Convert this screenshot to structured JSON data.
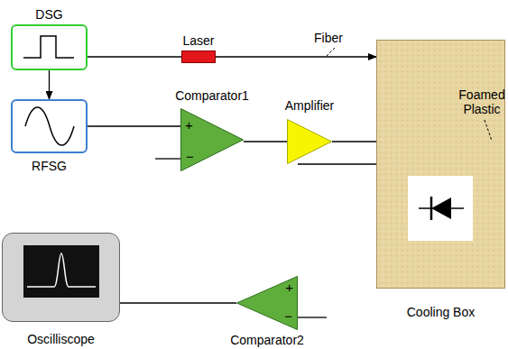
{
  "diagram": {
    "nodes": [
      {
        "text": [
          "DSG"
        ]
      },
      {
        "text": [
          "Laser"
        ]
      },
      {
        "text": [
          "RFSG"
        ]
      },
      {
        "text": [
          "Comparator1",
          "+",
          "−"
        ]
      },
      {
        "text": [
          "Amplifier"
        ]
      },
      {
        "text": [
          "Cooling Box"
        ]
      },
      {
        "text": [
          "Comparator2",
          "+",
          "−"
        ]
      },
      {
        "text": [
          "Oscilliscope"
        ]
      }
    ],
    "edges": [
      {
        "from": 0,
        "to": 1,
        "arrow": "none"
      },
      {
        "from": 0,
        "to": 2,
        "arrow": "to"
      },
      {
        "from": 2,
        "to": 3,
        "arrow": "none"
      },
      {
        "from": 3,
        "to": 4,
        "arrow": "none"
      },
      {
        "from": 4,
        "to": 5,
        "arrow": "none"
      },
      {
        "from": 1,
        "to": 5,
        "arrow": "to"
      },
      {
        "from": 5,
        "to": 6,
        "arrow": "none"
      },
      {
        "from": 6,
        "to": 7,
        "arrow": "none"
      }
    ],
    "labels": [
      "Fiber",
      "Foamed Plastic"
    ]
  }
}
